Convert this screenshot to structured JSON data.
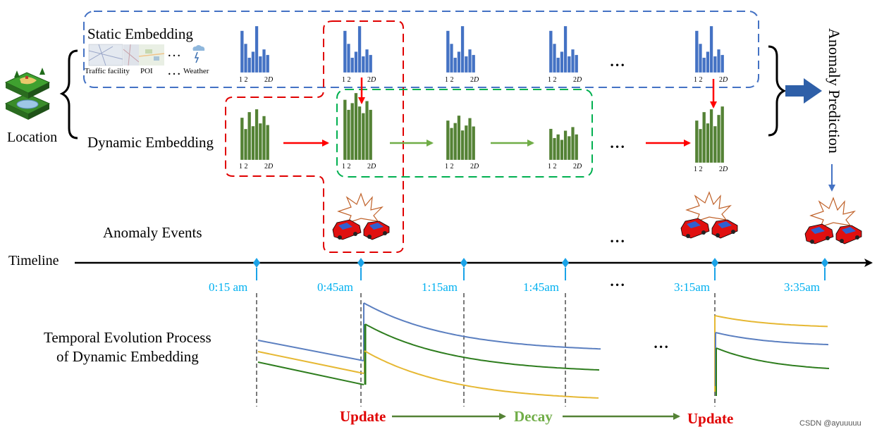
{
  "labels": {
    "static_embedding": "Static Embedding",
    "dynamic_embedding": "Dynamic Embedding",
    "location": "Location",
    "anomaly_events": "Anomaly Events",
    "timeline": "Timeline",
    "anomaly_prediction": "Anomaly Prediction",
    "temporal_line1": "Temporal Evolution Process",
    "temporal_line2": "of  Dynamic Embedding",
    "traffic_facility": "Traffic facility",
    "poi": "POI",
    "weather": "Weather",
    "dots": "…",
    "ellipsis": "• • •",
    "watermark": "CSDN @ayuuuuu"
  },
  "axis_label": {
    "one_two": "1 2",
    "two_d_num": "2",
    "two_d_var": "D"
  },
  "times": [
    "0:15 am",
    "0:45am",
    "1:15am",
    "1:45am",
    "3:15am",
    "3:35am"
  ],
  "steps": [
    "Update",
    "Decay",
    "Update"
  ],
  "colors": {
    "blue_bar": "#4472c4",
    "green_bar": "#548235",
    "red": "#ff0000",
    "green_arrow": "#70ad47",
    "dashed_blue": "#4472c4",
    "dashed_red": "#e00000",
    "dashed_green": "#00b050",
    "time_label": "#00b0f0",
    "diamond": "#1aa3e8",
    "curve_blue": "#5b7fc0",
    "curve_green": "#2e7d1e",
    "curve_yellow": "#e6b833",
    "update_text": "#e00000",
    "decay_text": "#70ad47",
    "step_arrow": "#548235"
  }
}
